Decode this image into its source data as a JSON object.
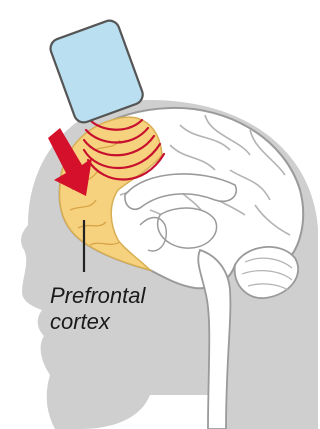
{
  "labels": {
    "region_line1": "Prefrontal",
    "region_line2": "cortex"
  },
  "colors": {
    "head": "#cfcfcf",
    "brain": "#ffffff",
    "brain_outline": "#9a9a9a",
    "prefrontal_fill": "#f6d27e",
    "coil_fill": "#b9dff0",
    "coil_outline": "#555555",
    "waves": "#c8102e",
    "arrow": "#d4102a"
  },
  "icons": {
    "device": "tms-coil-icon",
    "waves": "magnetic-pulse-waves",
    "arrow": "down-arrow-icon"
  }
}
